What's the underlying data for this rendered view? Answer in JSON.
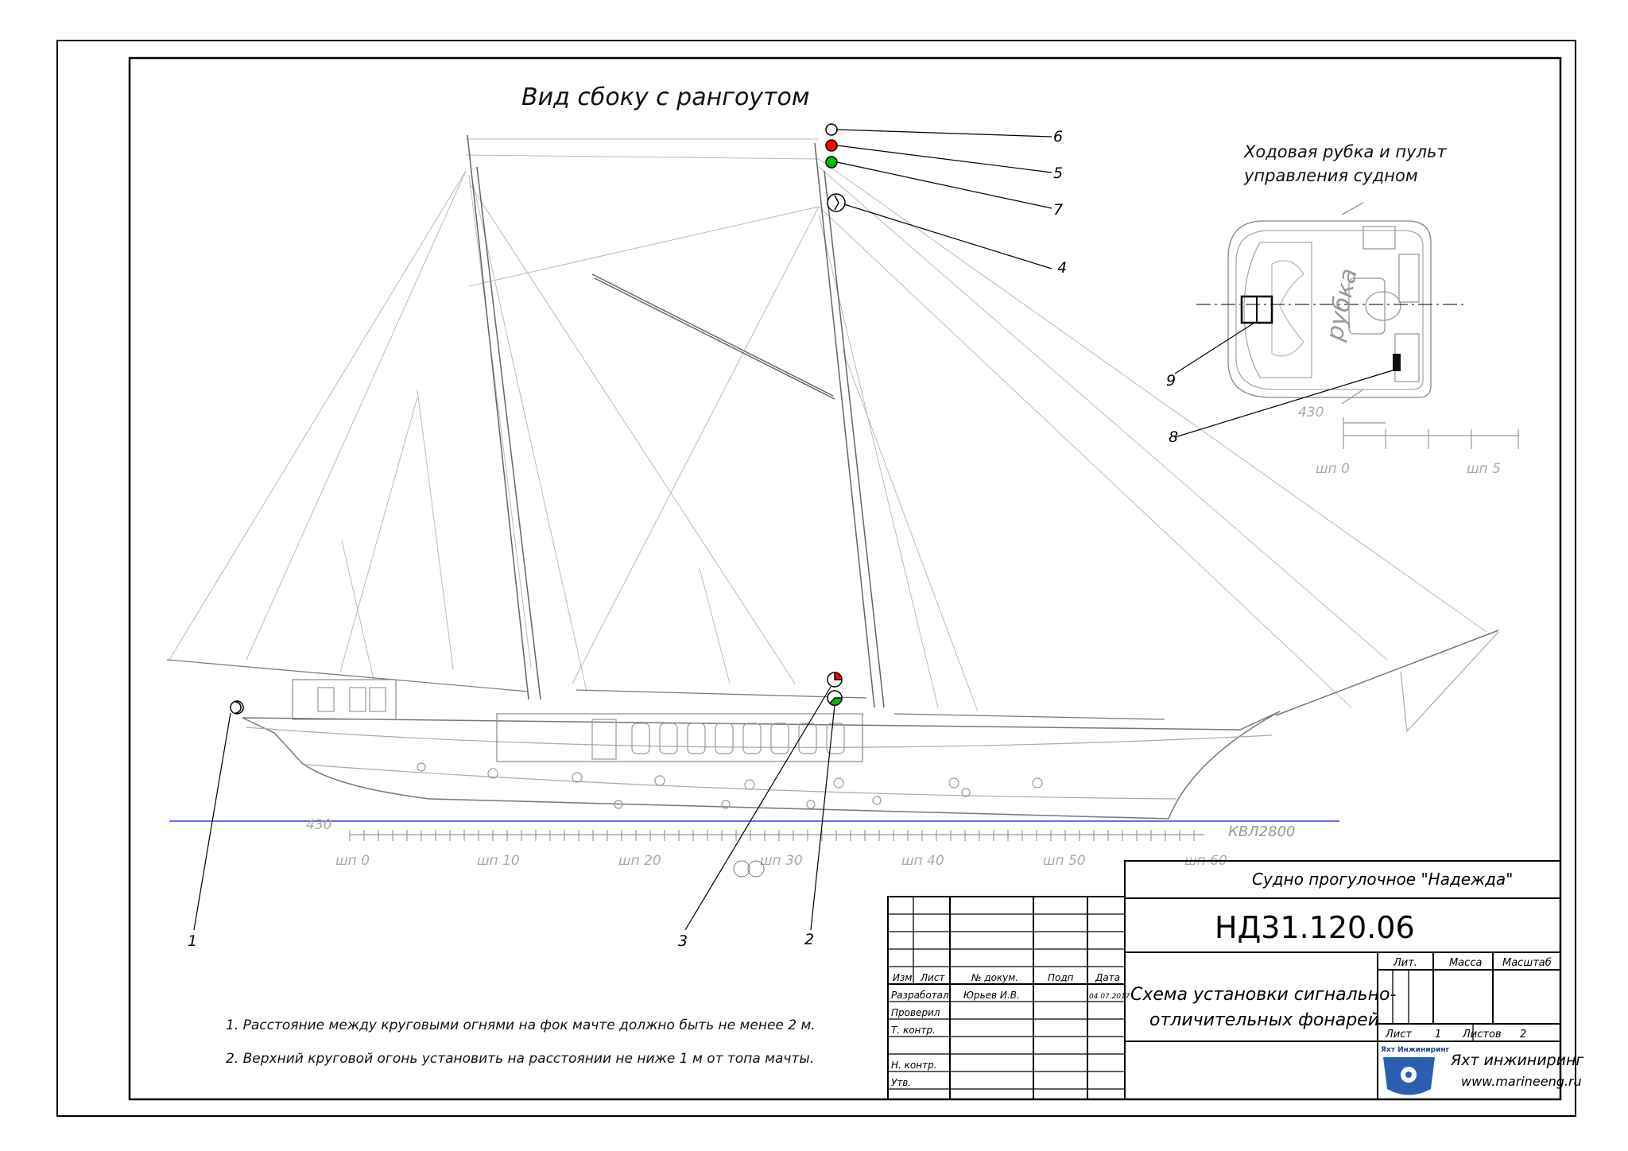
{
  "drawing": {
    "main_title": "Вид сбоку с рангоутом",
    "wheelhouse_title_line1": "Ходовая рубка и пульт",
    "wheelhouse_title_line2": "управления судном",
    "wheelhouse_label": "рубка",
    "waterline_label": "КВЛ2800",
    "spacing_label": "430",
    "wheelhouse_spacing_label": "430",
    "frames": [
      "шп 0",
      "шп 10",
      "шп 20",
      "шп 30",
      "шп 40",
      "шп 50",
      "шп 60"
    ],
    "wheelhouse_frames": [
      "шп 0",
      "шп 5"
    ],
    "callouts": [
      "1",
      "2",
      "3",
      "4",
      "5",
      "6",
      "7",
      "8",
      "9"
    ],
    "notes": [
      "1. Расстояние между круговыми огнями на фок мачте должно быть не менее 2 м.",
      "2. Верхний круговой огонь установить на расстоянии не ниже 1 м от топа мачты."
    ],
    "light_colors": {
      "red": "#ff0000",
      "green": "#00c000",
      "white": "#ffffff"
    },
    "waterline_color": "#3344dd"
  },
  "title_block": {
    "vessel": "Судно прогулочное \"Надежда\"",
    "designation": "НД31.120.06",
    "title_line1": "Схема установки сигнально-",
    "title_line2": "отличительных фонарей",
    "headers": {
      "izm": "Изм",
      "list": "Лист",
      "doc": "№ докум.",
      "sign": "Подп",
      "date": "Дата"
    },
    "roles": {
      "developed": "Разработал",
      "checked": "Проверил",
      "tcontrol": "Т. контр.",
      "ncontrol": "Н. контр.",
      "approved": "Утв."
    },
    "developer_name": "Юрьев И.В.",
    "developer_date": "04.07.2017",
    "lit_label": "Лит.",
    "mass_label": "Масса",
    "scale_label": "Масштаб",
    "sheet_label": "Лист",
    "sheet_value": "1",
    "sheets_label": "Листов",
    "sheets_value": "2",
    "logo_text": "Яхт Инжиниринг",
    "company": "Яхт инжиниринг",
    "website": "www.marineeng.ru"
  }
}
